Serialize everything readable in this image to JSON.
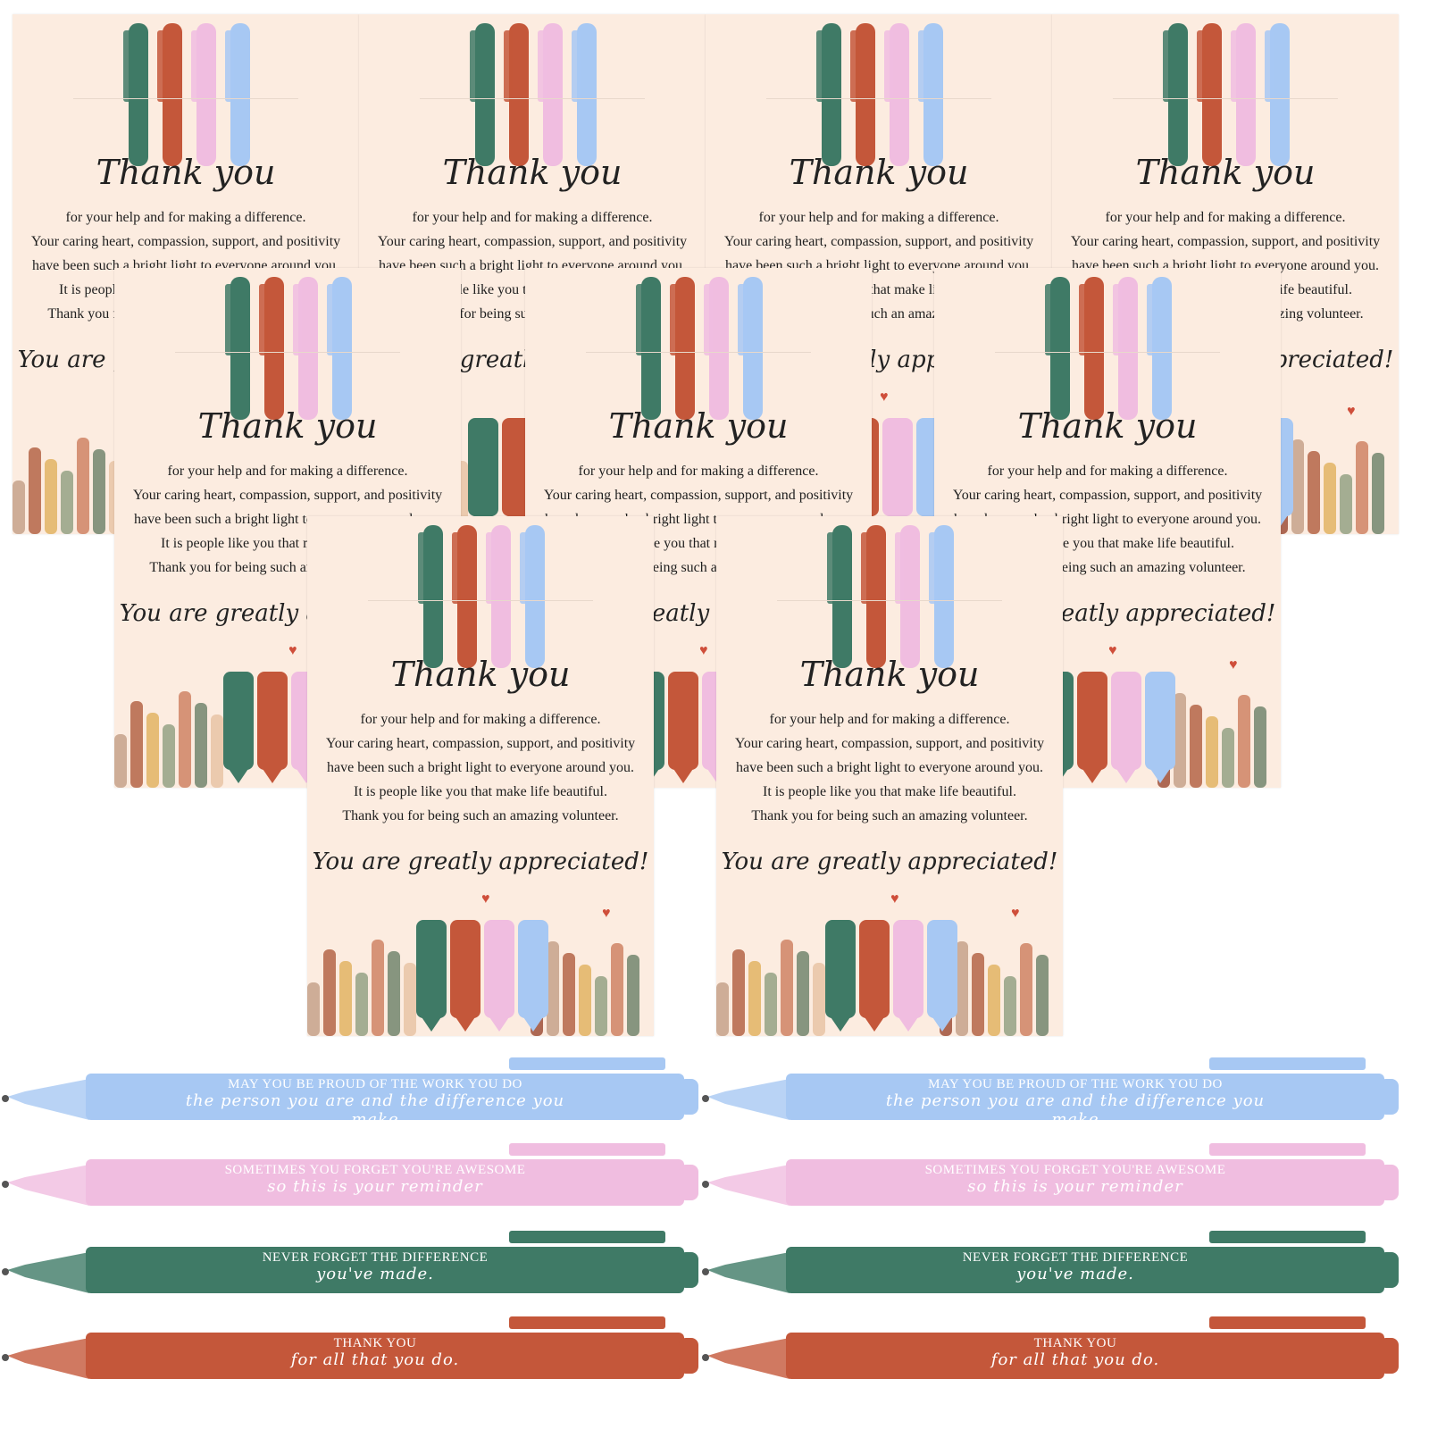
{
  "card": {
    "heading": "Thank you",
    "lines": [
      "for your help and for making a difference.",
      "Your caring heart, compassion, support, and positivity",
      "have been such a bright light to everyone around you.",
      "It is people like you that make life beautiful.",
      "Thank you for being such an amazing volunteer."
    ],
    "closing": "You are greatly appreciated!"
  },
  "colors": {
    "green": "#3f7a66",
    "rust": "#c4573a",
    "pink": "#f0bde0",
    "blue": "#a7c8f3",
    "card_bg": "#fcece0"
  },
  "pens": [
    {
      "color": "blue",
      "line1": "MAY YOU BE PROUD OF THE WORK YOU DO",
      "line2": "the person you are and the difference you make"
    },
    {
      "color": "pink",
      "line1": "SOMETIMES YOU FORGET YOU'RE AWESOME",
      "line2": "so this is your reminder"
    },
    {
      "color": "green",
      "line1": "NEVER FORGET THE DIFFERENCE",
      "line2": "you've made."
    },
    {
      "color": "rust",
      "line1": "THANK YOU",
      "line2": "for all that you do."
    }
  ]
}
